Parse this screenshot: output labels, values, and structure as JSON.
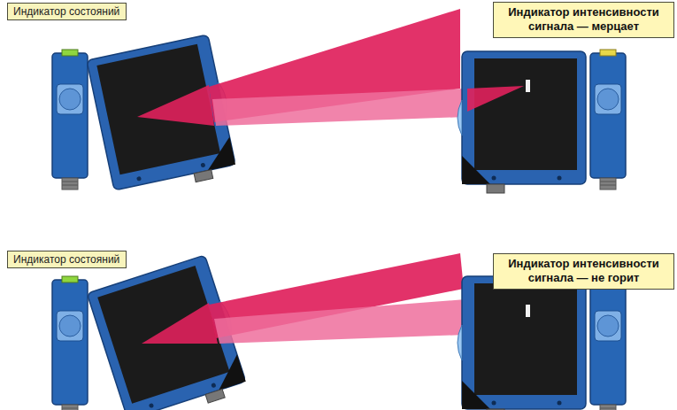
{
  "diagram": {
    "nodes": [
      {
        "text": [
          "Индикатор состояний"
        ]
      },
      {
        "text": [
          "Индикатор интенсивности сигнала — мерцает"
        ]
      },
      {
        "text": [
          "Индикатор состояний"
        ]
      },
      {
        "text": [
          "Индикатор интенсивности сигнала — не горит"
        ]
      }
    ]
  }
}
